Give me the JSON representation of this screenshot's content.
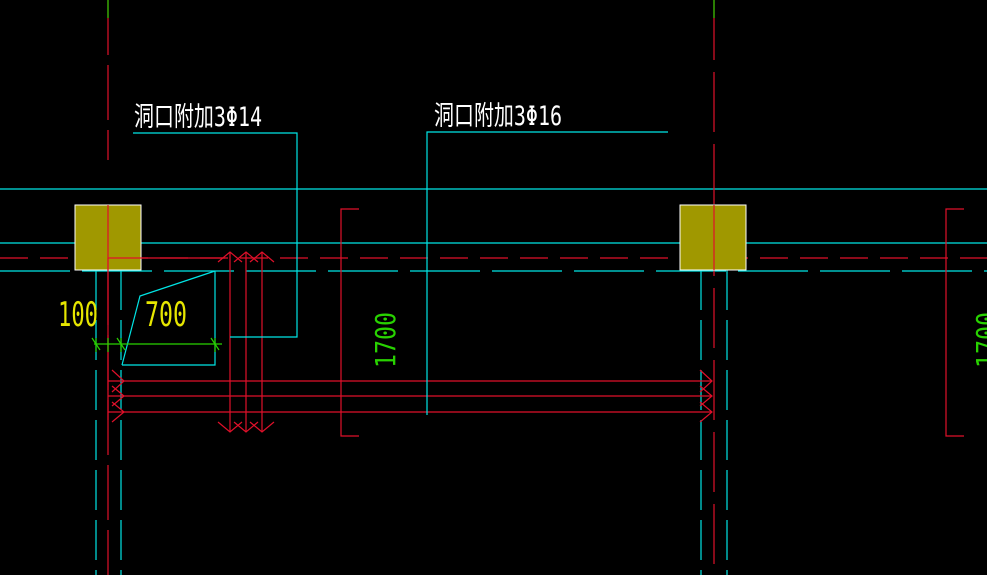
{
  "drawing": {
    "background": "#000000",
    "colors": {
      "cyan": "#00E5E5",
      "red": "#E0102A",
      "green": "#28D200",
      "yellow": "#E6E600",
      "white": "#FFFFFF",
      "column_fill": "#A09800"
    },
    "labels": {
      "left_rebar_note": "洞口附加3Φ14",
      "right_rebar_note": "洞口附加3Φ16",
      "dim_100": "100",
      "dim_700": "700",
      "dim_1700_left": "1700",
      "dim_1700_right": "1700"
    }
  }
}
